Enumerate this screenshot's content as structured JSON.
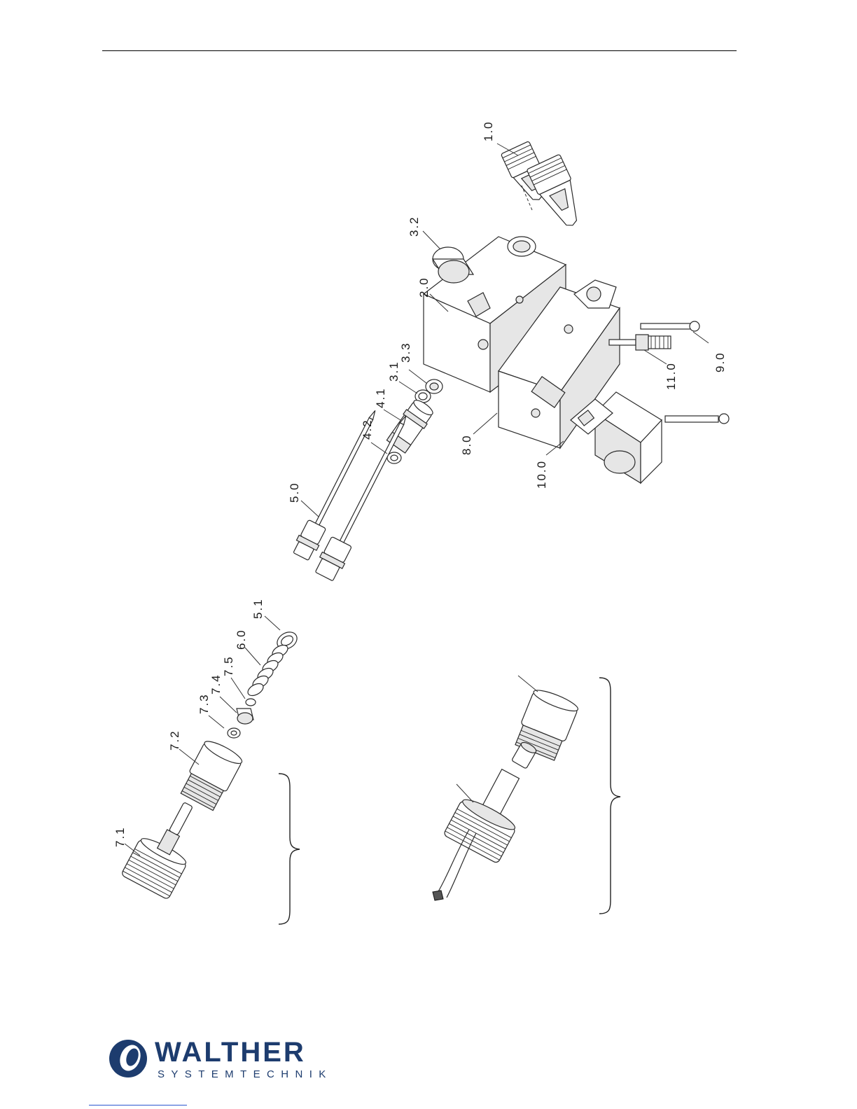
{
  "callouts": {
    "c1_0": "1.0",
    "c2_0": "2.0",
    "c3_1": "3.1",
    "c3_2": "3.2",
    "c3_3": "3.3",
    "c4_1": "4.1",
    "c4_2": "4.2",
    "c5_0": "5.0",
    "c5_1": "5.1",
    "c6_0": "6.0",
    "c7_1": "7.1",
    "c7_2": "7.2",
    "c7_3": "7.3",
    "c7_4": "7.4",
    "c7_5": "7.5",
    "c8_0": "8.0",
    "c9_0": "9.0",
    "c10_0": "10.0",
    "c11_0": "11.0"
  },
  "logo": {
    "word": "WALTHER",
    "sub": "SYSTEMTECHNIK",
    "color": "#1d3c6e"
  },
  "colors": {
    "link_rule": "#2b55d0"
  }
}
